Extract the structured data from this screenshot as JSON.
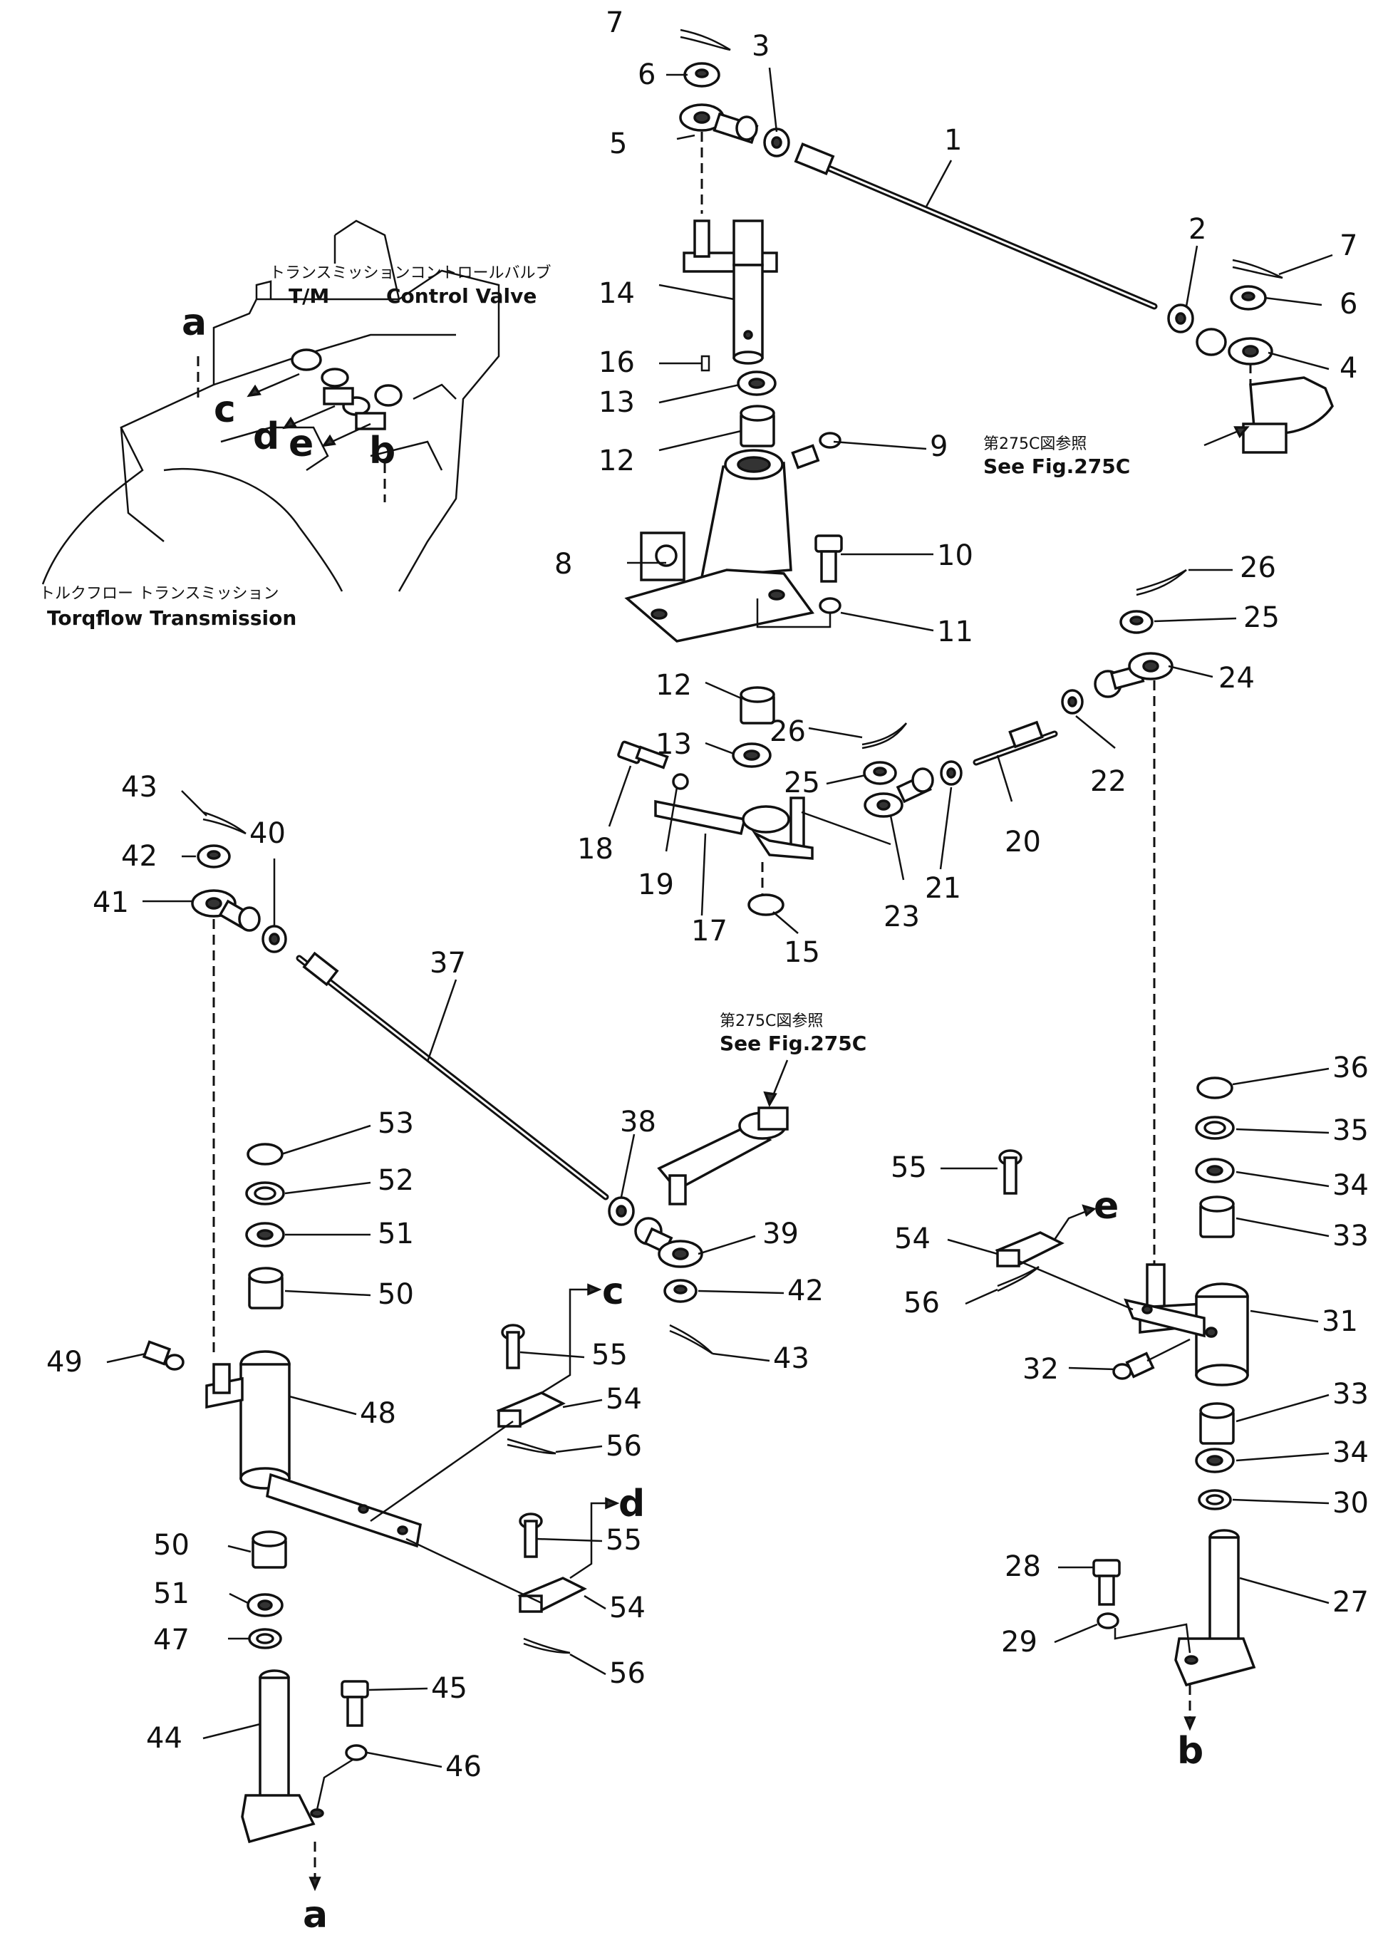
{
  "callout_tmcv": {
    "japanese": "トランスミッションコントロールバルブ",
    "english_tm": "T/M",
    "english_cv": "Control Valve"
  },
  "callout_torqflow": {
    "japanese": "トルクフロー トランスミッション",
    "english": "Torqflow Transmission"
  },
  "ref_top": {
    "japanese": "第275C図参照",
    "english": "See  Fig.275C"
  },
  "ref_mid": {
    "japanese": "第275C図参照",
    "english": "See  Fig.275C"
  },
  "connections": {
    "a_top": "a",
    "a_bottom": "a",
    "b_top": "b",
    "b_bottom": "b",
    "c_top": "c",
    "c_mid": "c",
    "d_top": "d",
    "d_mid": "d",
    "e_top": "e",
    "e_mid": "e"
  },
  "part_numbers": [
    "1",
    "2",
    "3",
    "4",
    "5",
    "6",
    "6",
    "7",
    "7",
    "8",
    "9",
    "10",
    "11",
    "12",
    "12",
    "13",
    "13",
    "14",
    "15",
    "16",
    "17",
    "18",
    "19",
    "20",
    "21",
    "22",
    "23",
    "24",
    "25",
    "25",
    "26",
    "26",
    "27",
    "28",
    "29",
    "30",
    "31",
    "32",
    "33",
    "33",
    "34",
    "34",
    "35",
    "36",
    "37",
    "38",
    "39",
    "40",
    "41",
    "42",
    "42",
    "43",
    "43",
    "44",
    "45",
    "46",
    "47",
    "48",
    "49",
    "50",
    "50",
    "51",
    "51",
    "52",
    "53",
    "54",
    "54",
    "54",
    "55",
    "55",
    "55",
    "56",
    "56",
    "56"
  ]
}
